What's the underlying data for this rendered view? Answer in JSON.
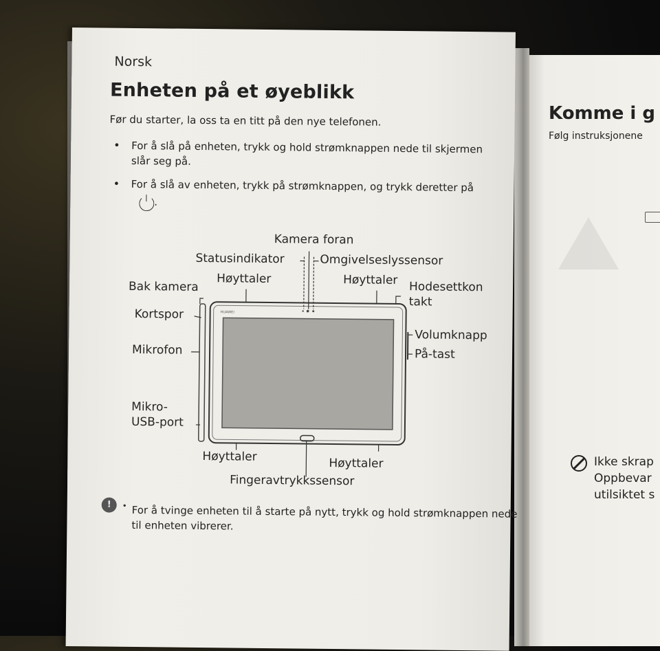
{
  "left_page": {
    "language": "Norsk",
    "title": "Enheten på et øyeblikk",
    "intro": "Før du starter, la oss ta en titt på den nye telefonen.",
    "bullets": [
      "For å slå på enheten, trykk og hold strømknappen nede til skjermen slår seg på.",
      "For å slå av enheten, trykk på strømknappen, og trykk deretter på"
    ],
    "bullet_symbol": "•",
    "power_icon": "power-icon",
    "power_suffix": ".",
    "diagram_labels": {
      "front_camera": "Kamera foran",
      "status_indicator": "Statusindikator",
      "ambient_light": "Omgivelseslyssensor",
      "rear_camera": "Bak kamera",
      "speaker_top_left": "Høyttaler",
      "speaker_top_right": "Høyttaler",
      "headset_jack": "Hodesettkon\ntakt",
      "card_slot": "Kortspor",
      "volume_button": "Volumknapp",
      "microphone": "Mikrofon",
      "power_key": "På-tast",
      "micro_usb": "Mikro-\nUSB-port",
      "speaker_bottom_left": "Høyttaler",
      "speaker_bottom_right": "Høyttaler",
      "fingerprint": "Fingeravtrykkssensor",
      "brand_mark": "HUAWEI"
    },
    "note_icon": "info-icon",
    "note_text": "For å tvinge enheten til å starte på nytt, trykk og hold strømknappen nede til enheten vibrerer."
  },
  "right_page": {
    "title": "Komme i g",
    "subtitle": "Følg instruksjonene",
    "warning_icon": "prohibited-icon",
    "warning_lines": [
      "Ikke skrap",
      "Oppbevar",
      "utilsiktet s"
    ]
  },
  "colors": {
    "paper": "#efede7",
    "ink": "#222222",
    "background": "#0b0b0c"
  }
}
